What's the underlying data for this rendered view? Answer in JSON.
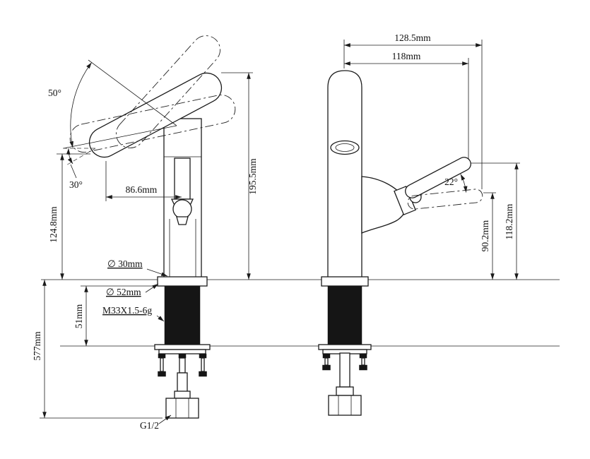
{
  "left_view": {
    "swivel_angle": "50°",
    "tilt_angle": "30°",
    "spout_reach": "86.6mm",
    "height_total": "195.5mm",
    "height_to_spout": "124.8mm",
    "body_diameter": "∅ 30mm",
    "base_diameter": "∅ 52mm",
    "shank_length": "51mm",
    "thread_spec": "M33X1.5-6g",
    "hose_length": "577mm",
    "inlet_thread": "G1/2"
  },
  "right_view": {
    "width_overall": "128.5mm",
    "width_handle": "118mm",
    "handle_angle": "22°",
    "handle_height_min": "90.2mm",
    "handle_height_max": "118.2mm"
  }
}
